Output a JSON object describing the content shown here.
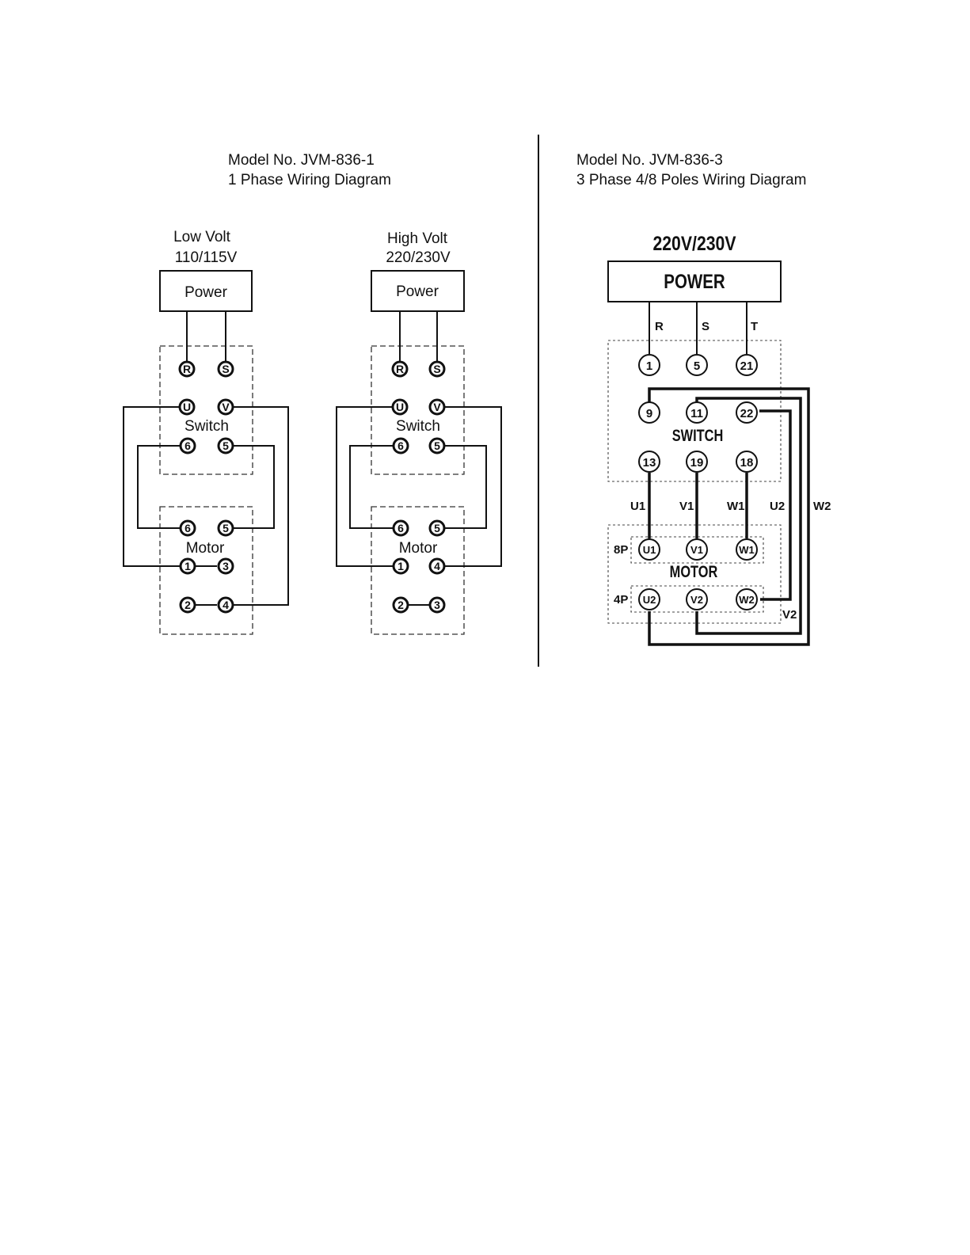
{
  "panel_1phase": {
    "model": "Model No. JVM-836-1",
    "subtitle": "1 Phase Wiring Diagram",
    "low_volt": {
      "label": "Low Volt",
      "voltage": "110/115V",
      "power_label": "Power",
      "switch_label": "Switch",
      "motor_label": "Motor",
      "terminals": {
        "r": "R",
        "s": "S",
        "u": "U",
        "v": "V",
        "sw6": "6",
        "sw5": "5",
        "m6": "6",
        "m5": "5",
        "m1": "1",
        "m3": "3",
        "m2": "2",
        "m4": "4"
      }
    },
    "high_volt": {
      "label": "High Volt",
      "voltage": "220/230V",
      "power_label": "Power",
      "switch_label": "Switch",
      "motor_label": "Motor",
      "terminals": {
        "r": "R",
        "s": "S",
        "u": "U",
        "v": "V",
        "sw6": "6",
        "sw5": "5",
        "m6": "6",
        "m5": "5",
        "m1": "1",
        "m4": "4",
        "m2": "2",
        "m3": "3"
      }
    }
  },
  "panel_3phase": {
    "model": "Model No. JVM-836-3",
    "subtitle": "3 Phase 4/8 Poles Wiring Diagram",
    "voltage": "220V/230V",
    "power_label": "POWER",
    "switch_label": "SWITCH",
    "motor_label": "MOTOR",
    "lines": {
      "r": "R",
      "s": "S",
      "t": "T"
    },
    "switch_terminals": {
      "t1": "1",
      "t5": "5",
      "t21": "21",
      "t9": "9",
      "t11": "11",
      "t22": "22",
      "t13": "13",
      "t19": "19",
      "t18": "18"
    },
    "wire_labels": {
      "u1": "U1",
      "v1": "V1",
      "w1": "W1",
      "u2": "U2",
      "w2": "W2",
      "v2": "V2"
    },
    "poles_8p": "8P",
    "poles_4p": "4P",
    "motor_terminals": {
      "u1": "U1",
      "v1": "V1",
      "w1": "W1",
      "u2": "U2",
      "v2": "V2",
      "w2": "W2"
    }
  }
}
